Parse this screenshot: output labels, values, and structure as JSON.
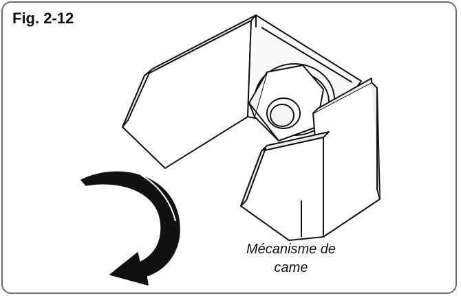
{
  "figure": {
    "label": "Fig. 2-12",
    "callout_line1": "Mécanisme de",
    "callout_line2": "came"
  },
  "icons": [
    "rotation-arrow-icon"
  ],
  "colors": {
    "line": "#111111",
    "frame": "#6a6a6a",
    "background": "#ffffff",
    "shade": "#eeeeee"
  }
}
